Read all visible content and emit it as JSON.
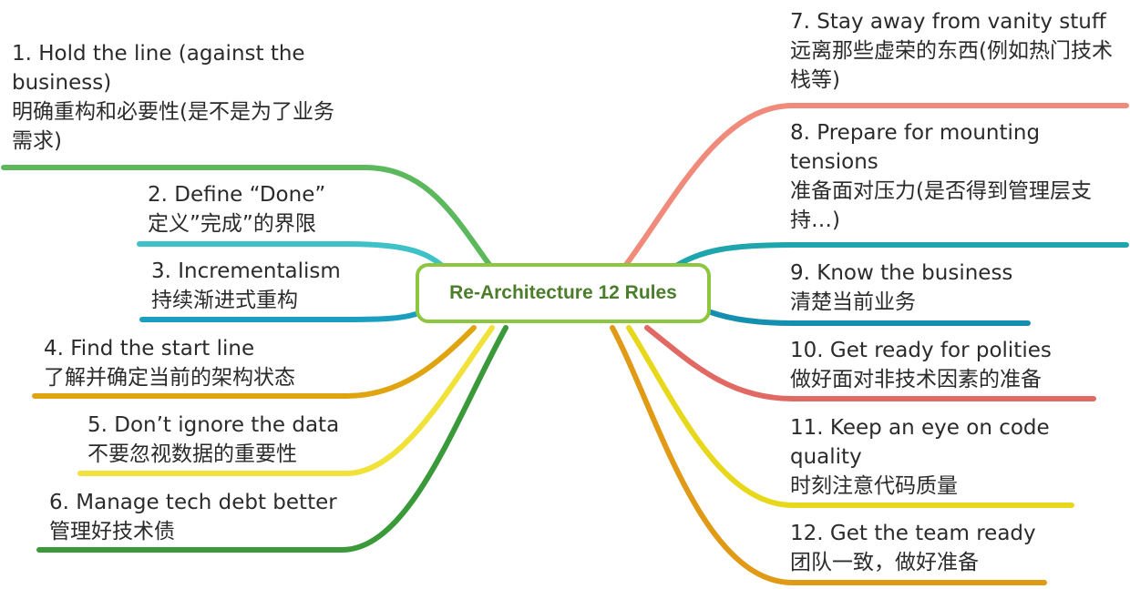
{
  "center": {
    "title": "Re-Architecture 12 Rules"
  },
  "rules": [
    {
      "id": 1,
      "en": "1. Hold the line (against the business)",
      "zh": "明确重构和必要性(是不是为了业务需求)",
      "color": "#5cb85c"
    },
    {
      "id": 2,
      "en": "2. Define “Done”",
      "zh": "定义”完成”的界限",
      "color": "#3fc1c9"
    },
    {
      "id": 3,
      "en": "3. Incrementalism",
      "zh": "持续渐进式重构",
      "color": "#1a9fc0"
    },
    {
      "id": 4,
      "en": "4. Find the start line",
      "zh": "了解并确定当前的架构状态",
      "color": "#e0a410"
    },
    {
      "id": 5,
      "en": "5. Don’t ignore the data",
      "zh": "不要忽视数据的重要性",
      "color": "#f1e23a"
    },
    {
      "id": 6,
      "en": "6. Manage tech debt better",
      "zh": "管理好技术债",
      "color": "#3a9a3a"
    },
    {
      "id": 7,
      "en": "7. Stay away from vanity stuff",
      "zh": "远离那些虚荣的东西(例如热门技术栈等)",
      "color": "#f08a7a"
    },
    {
      "id": 8,
      "en": "8. Prepare for mounting tensions",
      "zh": "准备面对压力(是否得到管理层支持…)",
      "color": "#1fa5ad"
    },
    {
      "id": 9,
      "en": "9. Know the business",
      "zh": "清楚当前业务",
      "color": "#158fb0"
    },
    {
      "id": 10,
      "en": "10. Get ready for polities",
      "zh": "做好面对非技术因素的准备",
      "color": "#e06a63"
    },
    {
      "id": 11,
      "en": "11. Keep an eye on code quality",
      "zh": "时刻注意代码质量",
      "color": "#e8d81c"
    },
    {
      "id": 12,
      "en": "12. Get the team ready",
      "zh": "团队一致，做好准备",
      "color": "#e09a15"
    }
  ]
}
